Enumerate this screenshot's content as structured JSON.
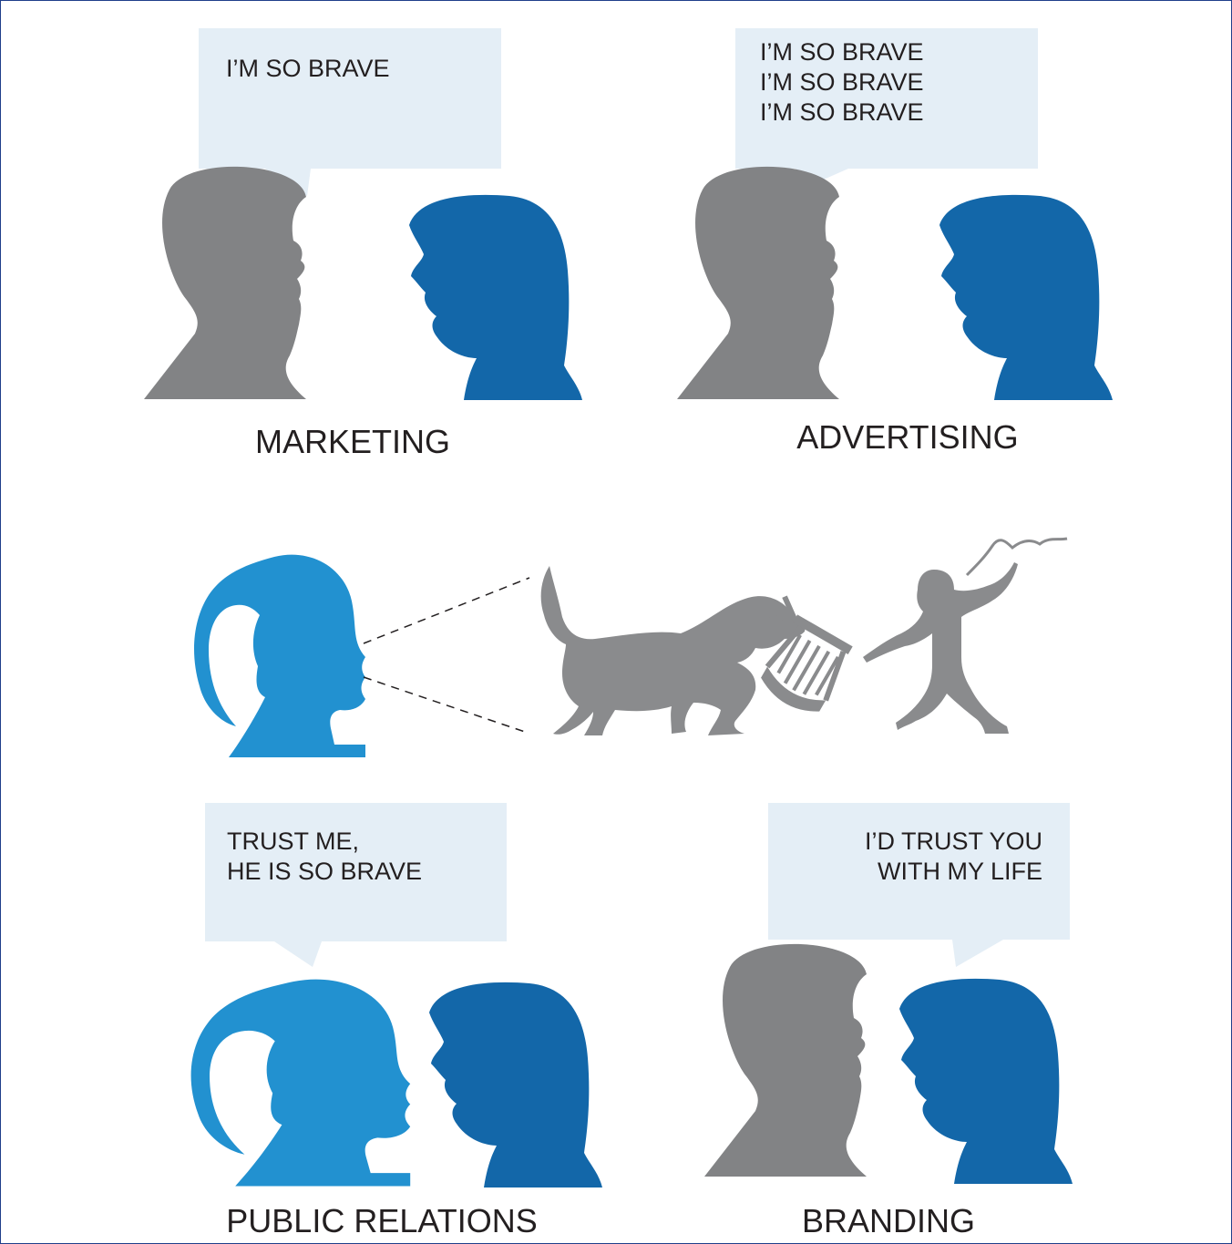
{
  "colors": {
    "male_head": "#828385",
    "female_head_dark": "#1367a9",
    "female_head_light": "#2291d0",
    "bubble_fill": "#e4eef6",
    "lion_scene": "#8a8b8d",
    "dash_line": "#231f20",
    "text": "#231f20",
    "border": "#1f3f8a"
  },
  "panels": {
    "marketing": {
      "speech": "I’M SO BRAVE",
      "caption": "MARKETING",
      "speaker_icon": "man-head-icon",
      "listener_icon": "woman-head-icon"
    },
    "advertising": {
      "speech": "I’M SO BRAVE\nI’M SO BRAVE\nI’M SO BRAVE",
      "caption": "ADVERTISING",
      "speaker_icon": "man-head-icon",
      "listener_icon": "woman-head-icon"
    },
    "public_relations": {
      "speech": "TRUST ME,\nHE IS SO BRAVE",
      "caption": "PUBLIC RELATIONS",
      "speaker_icon": "ponytail-woman-head-icon",
      "listener_icon": "woman-head-icon"
    },
    "branding": {
      "speech": "I’D TRUST YOU\nWITH MY LIFE",
      "caption": "BRANDING",
      "speaker_icon": "woman-head-icon",
      "listener_icon": "man-head-icon"
    }
  },
  "middle_scene": {
    "observer_icon": "ponytail-woman-head-icon",
    "scene_icons": [
      "lion-icon",
      "chair-icon",
      "lion-tamer-icon",
      "whip-icon"
    ]
  }
}
